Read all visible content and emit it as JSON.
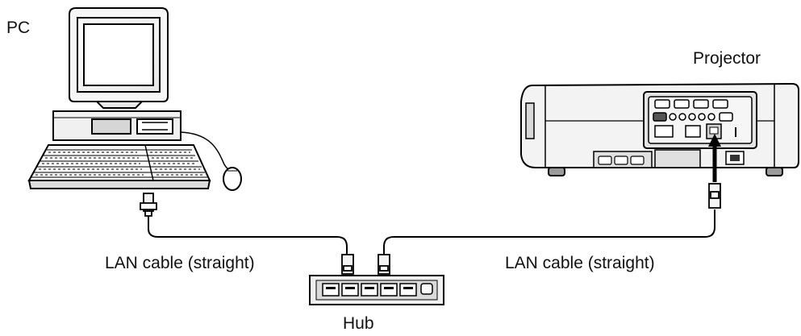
{
  "labels": {
    "pc": "PC",
    "projector": "Projector",
    "cable_left": "LAN cable (straight)",
    "cable_right": "LAN cable (straight)",
    "hub": "Hub"
  },
  "colors": {
    "line": "#000000",
    "fill_light": "#f4f4f4",
    "fill_mid": "#d0d0d0",
    "fill_dark": "#8a8a8a"
  },
  "icons": {
    "pc": "desktop-computer-icon",
    "projector": "projector-icon",
    "hub": "network-hub-icon"
  }
}
